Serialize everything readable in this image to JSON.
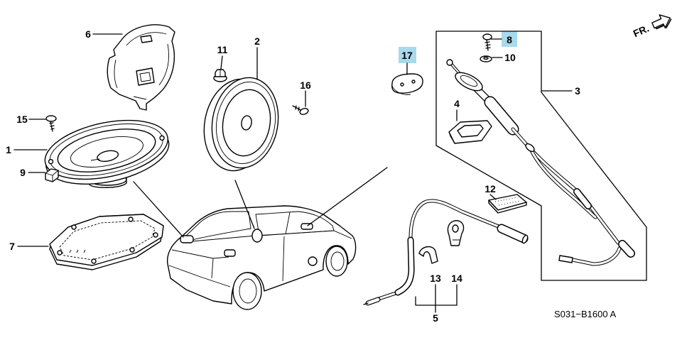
{
  "diagram": {
    "code": "S031−B1600 A",
    "direction_label": "FR."
  },
  "colors": {
    "highlight": "#a9d9ec",
    "line": "#000000",
    "background": "#ffffff"
  },
  "icons": {
    "direction": "direction-arrow-icon"
  },
  "callouts": [
    {
      "number": "1",
      "highlighted": false
    },
    {
      "number": "2",
      "highlighted": false
    },
    {
      "number": "3",
      "highlighted": false
    },
    {
      "number": "4",
      "highlighted": false
    },
    {
      "number": "5",
      "highlighted": false
    },
    {
      "number": "6",
      "highlighted": false
    },
    {
      "number": "7",
      "highlighted": false
    },
    {
      "number": "8",
      "highlighted": true
    },
    {
      "number": "9",
      "highlighted": false
    },
    {
      "number": "10",
      "highlighted": false
    },
    {
      "number": "11",
      "highlighted": false
    },
    {
      "number": "12",
      "highlighted": false
    },
    {
      "number": "13",
      "highlighted": false
    },
    {
      "number": "14",
      "highlighted": false
    },
    {
      "number": "15",
      "highlighted": false
    },
    {
      "number": "16",
      "highlighted": false
    },
    {
      "number": "17",
      "highlighted": true
    }
  ]
}
